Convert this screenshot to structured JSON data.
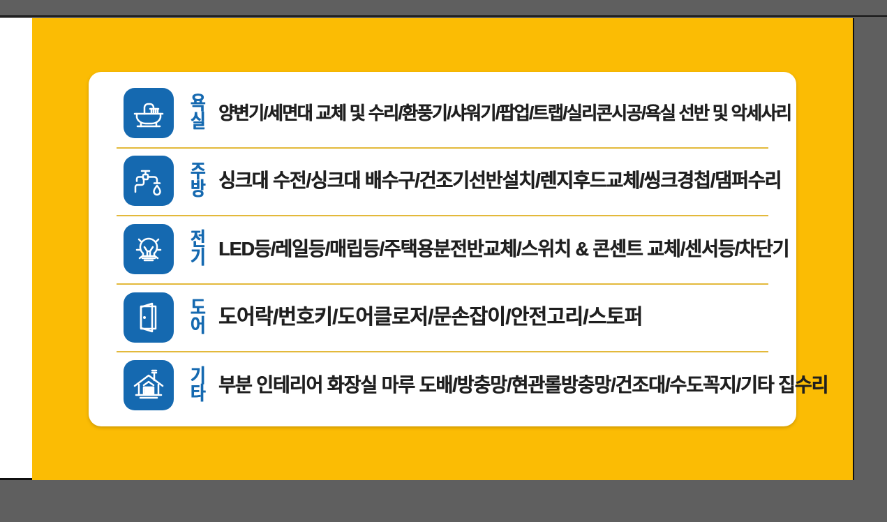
{
  "slide": {
    "background_color": "#fbbc04",
    "card_background_color": "#ffffff",
    "accent_blue": "#1569b0",
    "divider_color": "#e3b93b",
    "canvas_color": "#5f5f5f"
  },
  "rows": [
    {
      "icon": "bathtub-shower-icon",
      "category_line1": "욕",
      "category_line2": "실",
      "description": "양변기/세면대 교체 및 수리/환풍기/샤워기/팝업/트랩/실리콘시공/욕실 선반 및 악세사리",
      "size_class": "sz-sm"
    },
    {
      "icon": "faucet-water-drop-icon",
      "category_line1": "주",
      "category_line2": "방",
      "description": "싱크대 수전/싱크대 배수구/건조기선반설치/렌지후드교체/씽크경첩/댐퍼수리",
      "size_class": "sz-md"
    },
    {
      "icon": "light-bulb-icon",
      "category_line1": "전",
      "category_line2": "기",
      "description": "LED등/레일등/매립등/주택용분전반교체/스위치 & 콘센트 교체/센서등/차단기",
      "size_class": "sz-md"
    },
    {
      "icon": "open-door-icon",
      "category_line1": "도",
      "category_line2": "어",
      "description": "도어락/번호키/도어클로저/문손잡이/안전고리/스토퍼",
      "size_class": "sz-lg"
    },
    {
      "icon": "house-chimney-icon",
      "category_line1": "기",
      "category_line2": "타",
      "description": "부분 인테리어 화장실 마루 도배/방충망/현관롤방충망/건조대/수도꼭지/기타 집수리",
      "size_class": "sz-md"
    }
  ]
}
